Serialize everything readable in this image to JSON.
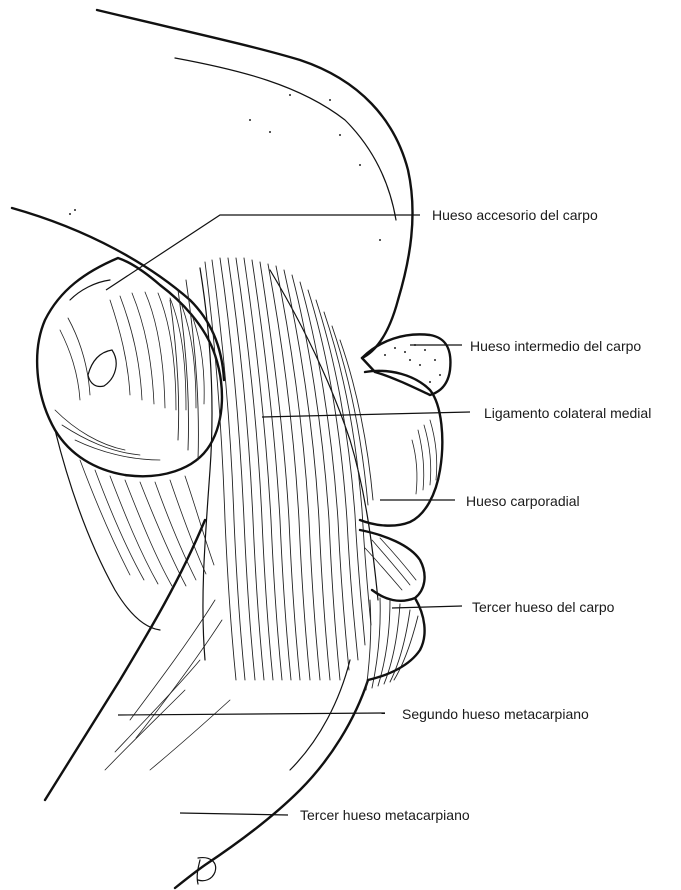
{
  "labels": {
    "accessory_carpal": "Hueso accesorio del carpo",
    "intermediate_carpal": "Hueso intermedio del carpo",
    "medial_collateral_ligament": "Ligamento colateral medial",
    "radial_carpal": "Hueso carporadial",
    "third_carpal": "Tercer hueso del carpo",
    "second_metacarpal": "Segundo hueso metacarpiano",
    "third_metacarpal": "Tercer hueso metacarpiano"
  },
  "signature": "JD"
}
